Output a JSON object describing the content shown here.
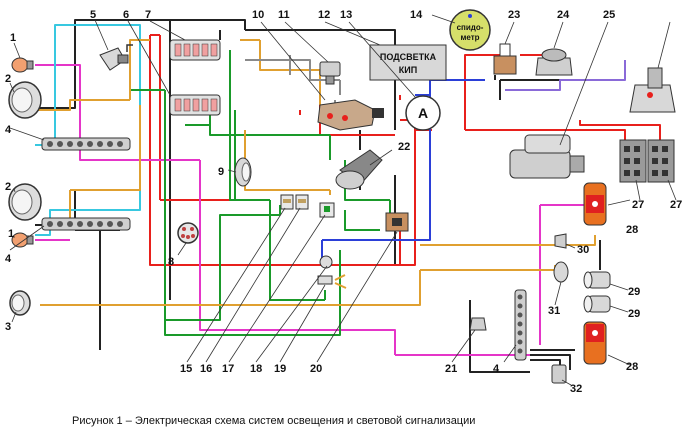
{
  "caption": "Рисунок 1 – Электрическая схема систем освещения и световой сигнализации",
  "instrument_light_box": {
    "line1": "ПОДСВЕТКА",
    "line2": "КИП"
  },
  "speedometer": {
    "line1": "спидо-",
    "line2": "метр"
  },
  "ammeter_label": "A",
  "callouts": {
    "n1a": "1",
    "n1b": "1",
    "n2a": "2",
    "n2b": "2",
    "n3": "3",
    "n4a": "4",
    "n4b": "4",
    "n4c": "4",
    "n5": "5",
    "n6": "6",
    "n7": "7",
    "n8": "8",
    "n9": "9",
    "n10": "10",
    "n11": "11",
    "n12": "12",
    "n13": "13",
    "n14": "14",
    "n15": "15",
    "n16": "16",
    "n17": "17",
    "n18": "18",
    "n19": "19",
    "n20": "20",
    "n21": "21",
    "n22": "22",
    "n23": "23",
    "n24": "24",
    "n25": "25",
    "n27a": "27",
    "n27b": "27",
    "n28a": "28",
    "n28b": "28",
    "n29a": "29",
    "n29b": "29",
    "n30": "30",
    "n31": "31",
    "n32": "32"
  },
  "wire_colors": {
    "red": "#e8201c",
    "pink": "#e535c8",
    "blue": "#2b3fd8",
    "cyan": "#38c8e0",
    "green": "#1a9a2a",
    "orange": "#e0a030",
    "black": "#222222",
    "grey": "#8a8a8a",
    "purple": "#8a6ad8"
  }
}
